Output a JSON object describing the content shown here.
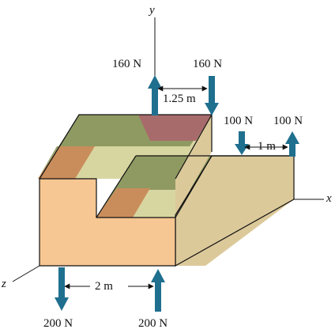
{
  "axes": {
    "x": "x",
    "y": "y",
    "z": "z"
  },
  "forces": {
    "top_left": "160 N",
    "top_right": "160 N",
    "mid_left": "100 N",
    "mid_right": "100 N",
    "bottom_left": "200 N",
    "bottom_right": "200 N"
  },
  "dimensions": {
    "top_spacing": "1.25 m",
    "mid_spacing": "1 m",
    "bottom_spacing": "2 m"
  },
  "colors": {
    "arrow": "#1f6f8f",
    "body": "#f7c793",
    "top_face": "#eaca98",
    "olive": "#8f9a62",
    "tan": "#d8d6a0",
    "rust": "#c98d5c",
    "mauve": "#a86b6b"
  }
}
